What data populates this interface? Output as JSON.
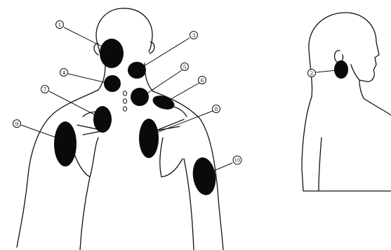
{
  "labels": {
    "l1": "1",
    "l2": "2",
    "l3": "3",
    "l4": "4",
    "l5": "5",
    "l6": "6",
    "l7": "7",
    "l8": "8",
    "l9": "9",
    "l10": "10"
  },
  "colors": {
    "ink": "#111111",
    "spot": "#0a0a0a",
    "background": "#ffffff"
  }
}
